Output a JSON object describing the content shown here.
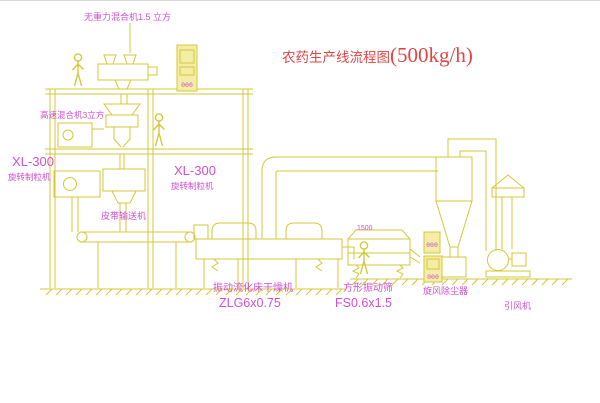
{
  "title": {
    "text": "农药生产线流程图",
    "capacity": "(500kg/h)"
  },
  "labels": {
    "gravity_mixer": "无重力混合机1.5 立方",
    "high_speed_mixer": "高速混合机3立方",
    "left_granulator_model": "XL-300",
    "left_granulator_name": "旋转制粒机",
    "mid_granulator_model": "XL-300",
    "mid_granulator_name": "旋转制粒机",
    "belt_conveyor": "皮带输送机",
    "dryer_name": "振动流化床干燥机",
    "dryer_model": "ZLG6x0.75",
    "sieve_name": "方形振动筛",
    "sieve_model": "FS0.6x1.5",
    "sieve_dim": "1500",
    "cyclone": "旋风除尘器",
    "fan": "引风机",
    "panel_display": "000"
  },
  "colors": {
    "line": "#d5c73a",
    "label": "#d24fd2",
    "title": "#e04545",
    "panel_fill": "#f4eda6"
  }
}
